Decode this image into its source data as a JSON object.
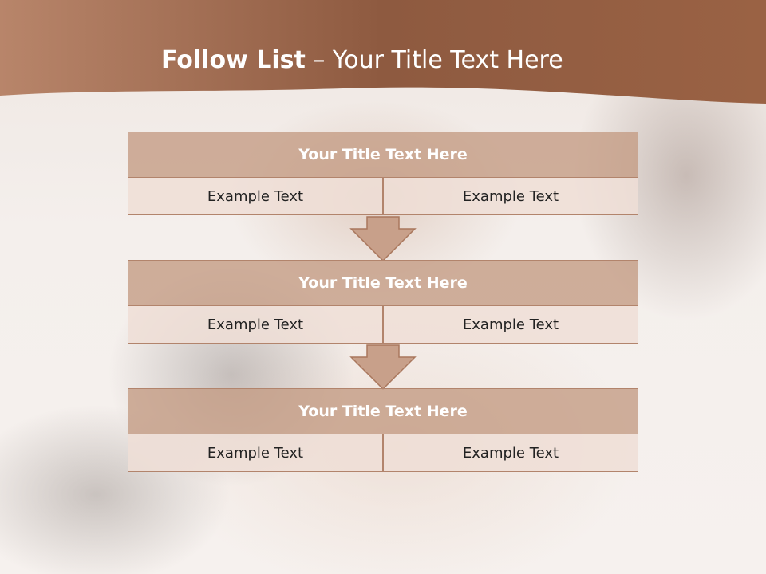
{
  "slide": {
    "title_bold": "Follow List",
    "title_rest": " – Your Title Text Here"
  },
  "blocks": [
    {
      "title": "Your Title Text Here",
      "cells": [
        "Example Text",
        "Example Text"
      ]
    },
    {
      "title": "Your Title Text Here",
      "cells": [
        "Example Text",
        "Example Text"
      ]
    },
    {
      "title": "Your Title Text Here",
      "cells": [
        "Example Text",
        "Example Text"
      ]
    }
  ],
  "colors": {
    "banner": "#9a6244",
    "block_title_fill": "#c59c84",
    "cell_fill": "#eeded6",
    "border": "#b2846c",
    "arrow_fill": "#c8a08a"
  },
  "icons": [
    "down-arrow-icon",
    "down-arrow-icon"
  ]
}
